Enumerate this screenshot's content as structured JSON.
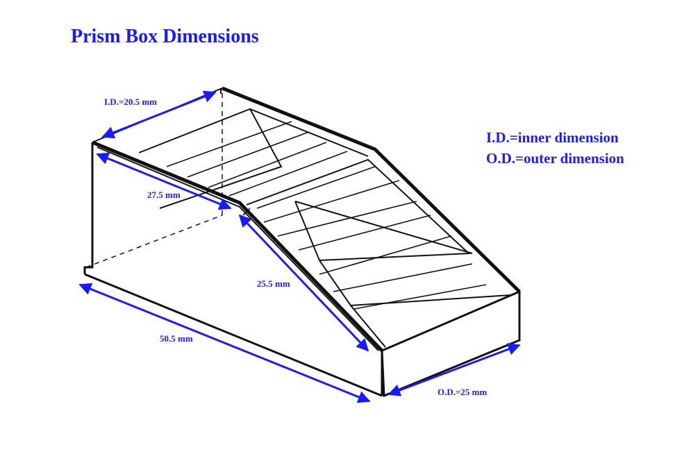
{
  "title": "Prism Box Dimensions",
  "legend": {
    "id_def": "I.D.=inner dimension",
    "od_def": "O.D.=outer dimension"
  },
  "dimensions": {
    "inner_width": "I.D.=20.5 mm",
    "upper_slope": "27.5 mm",
    "lower_slope": "25.5 mm",
    "length": "50.5 mm",
    "outer_width": "O.D.=25 mm"
  },
  "colors": {
    "annotation": "#1a1aff",
    "drawing": "#111111"
  }
}
